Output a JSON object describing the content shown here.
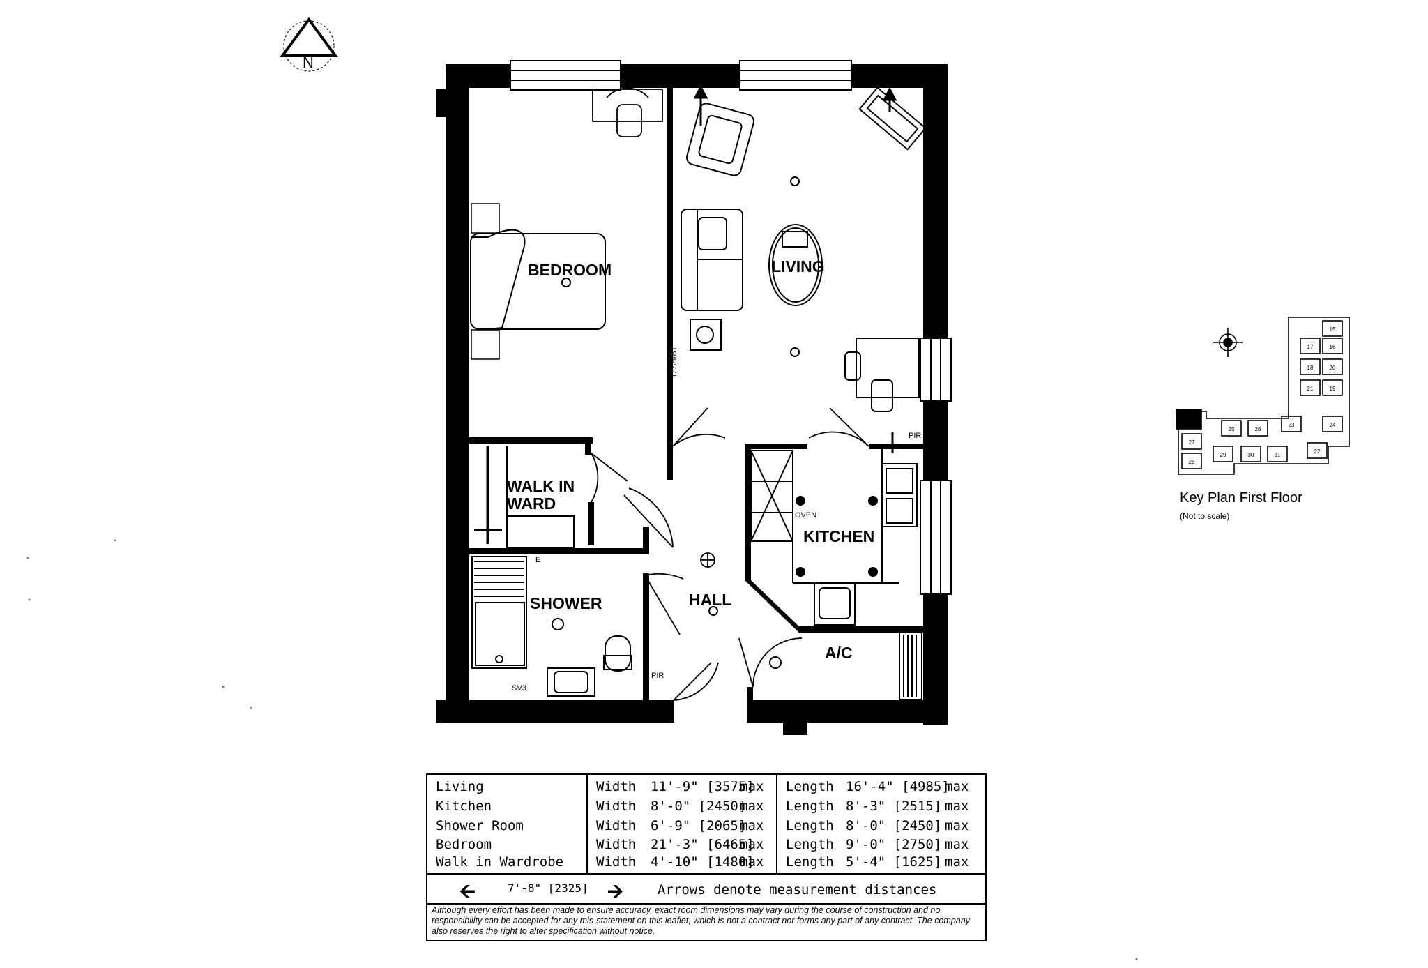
{
  "compass": {
    "label": "N"
  },
  "rooms": {
    "bedroom": "BEDROOM",
    "living": "LIVING",
    "walk_in_ward_line1": "WALK IN",
    "walk_in_ward_line2": "WARD",
    "shower": "SHOWER",
    "hall": "HALL",
    "kitchen": "KITCHEN",
    "ac": "A/C"
  },
  "small_labels": {
    "pir_living": "PIR",
    "pir_hall": "PIR",
    "sv": "SV3",
    "oven": "OVEN",
    "eo": "E",
    "dishwasher": "DISH/BT"
  },
  "dimensions": {
    "rows": [
      {
        "room": "Living",
        "width_label": "Width",
        "width_value": "11'-9\" [3575]",
        "width_max": "max",
        "length_label": "Length",
        "length_value": "16'-4\" [4985]",
        "length_max": "max"
      },
      {
        "room": "Kitchen",
        "width_label": "Width",
        "width_value": "8'-0\" [2450]",
        "width_max": "max",
        "length_label": "Length",
        "length_value": "8'-3\" [2515]",
        "length_max": "max"
      },
      {
        "room": "Shower Room",
        "width_label": "Width",
        "width_value": "6'-9\" [2065]",
        "width_max": "max",
        "length_label": "Length",
        "length_value": "8'-0\" [2450]",
        "length_max": "max"
      },
      {
        "room": "Bedroom",
        "width_label": "Width",
        "width_value": "21'-3\" [6465]",
        "width_max": "max",
        "length_label": "Length",
        "length_value": "9'-0\" [2750]",
        "length_max": "max"
      },
      {
        "room": "Walk in Wardrobe",
        "width_label": "Width",
        "width_value": "4'-10\" [1480]",
        "width_max": "max",
        "length_label": "Length",
        "length_value": "5'-4\" [1625]",
        "length_max": "max"
      }
    ],
    "arrow_measure": "7'-8\" [2325]",
    "arrow_note": "Arrows denote measurement distances",
    "disclaimer": "Although every effort has been made to ensure accuracy, exact room dimensions may vary during the course of construction and no responsibility can be accepted for any mis-statement on this leaflet, which is not a contract nor forms any part of any contract. The company also reserves the right to alter specification without notice."
  },
  "key_plan": {
    "title": "Key Plan First Floor",
    "note": "(Not to scale)",
    "unit_numbers": [
      "15",
      "17",
      "16",
      "18",
      "20",
      "21",
      "19",
      "23",
      "24",
      "25",
      "26",
      "27",
      "28",
      "29",
      "30",
      "31",
      "22"
    ]
  }
}
